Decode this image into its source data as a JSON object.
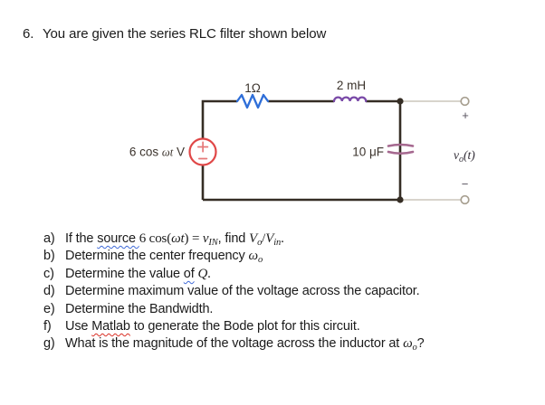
{
  "title": {
    "number": "6.",
    "text": "You are given the series RLC filter shown below"
  },
  "circuit": {
    "resistor_label": "1Ω",
    "inductor_label": "2 mH",
    "capacitor_label": "10 μF",
    "source_label": {
      "pre": "6 cos ",
      "math": "ωt",
      "post": " V"
    },
    "output": {
      "plus": "+",
      "minus": "−",
      "v": "v",
      "sub": "o",
      "rest": "(t)"
    },
    "colors": {
      "wire": "#352d24",
      "lead_gray": "#cbc6bc",
      "terminal_ring": "#a79f90",
      "resistor_blue": "#2e6ed8",
      "inductor_purple": "#7a4aa8",
      "capacitor_plum": "#a5688f",
      "source_red": "#e04747",
      "source_sign": "#e57878"
    }
  },
  "questions": [
    {
      "letter": "a)",
      "parts": [
        {
          "t": "If the ",
          "s": "p"
        },
        {
          "t": "source ",
          "s": "g"
        },
        {
          "t": "6 cos(",
          "s": "m"
        },
        {
          "t": "ωt",
          "s": "mi"
        },
        {
          "t": ") = ",
          "s": "m"
        },
        {
          "t": "v",
          "s": "mi"
        },
        {
          "t": "IN",
          "s": "misub"
        },
        {
          "t": ", find ",
          "s": "p"
        },
        {
          "t": "V",
          "s": "mi"
        },
        {
          "t": "o",
          "s": "misub"
        },
        {
          "t": "/",
          "s": "m"
        },
        {
          "t": "V",
          "s": "mi"
        },
        {
          "t": "in",
          "s": "misub"
        },
        {
          "t": ".",
          "s": "m"
        }
      ]
    },
    {
      "letter": "b)",
      "parts": [
        {
          "t": "Determine the center frequency ",
          "s": "p"
        },
        {
          "t": "ω",
          "s": "mi"
        },
        {
          "t": "o",
          "s": "misub"
        }
      ]
    },
    {
      "letter": "c)",
      "parts": [
        {
          "t": "Determine the value ",
          "s": "p"
        },
        {
          "t": "of",
          "s": "g"
        },
        {
          "t": " ",
          "s": "p"
        },
        {
          "t": "Q",
          "s": "mi"
        },
        {
          "t": ".",
          "s": "m"
        }
      ]
    },
    {
      "letter": "d)",
      "parts": [
        {
          "t": "Determine maximum value of the voltage across the capacitor.",
          "s": "p"
        }
      ]
    },
    {
      "letter": "e)",
      "parts": [
        {
          "t": "Determine the Bandwidth.",
          "s": "p"
        }
      ]
    },
    {
      "letter": "f)",
      "parts": [
        {
          "t": "Use ",
          "s": "p"
        },
        {
          "t": "Matlab",
          "s": "sp"
        },
        {
          "t": " to generate the Bode plot for this circuit.",
          "s": "p"
        }
      ]
    },
    {
      "letter": "g)",
      "parts": [
        {
          "t": "What is the magnitude of the voltage across the inductor at ",
          "s": "p"
        },
        {
          "t": "ω",
          "s": "mi"
        },
        {
          "t": "o",
          "s": "misub"
        },
        {
          "t": "?",
          "s": "p"
        }
      ]
    }
  ]
}
